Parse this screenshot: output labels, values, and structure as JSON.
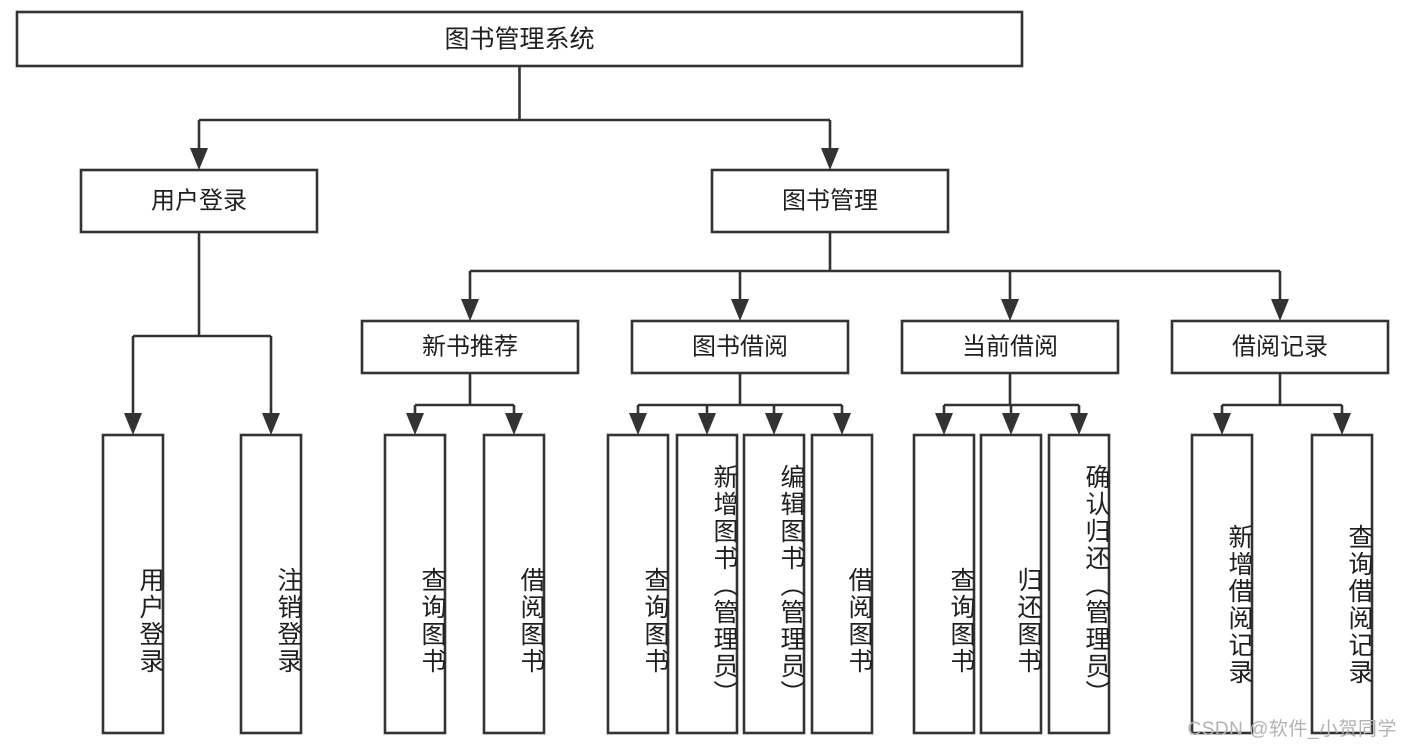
{
  "diagram": {
    "kind": "tree-hierarchy-chart",
    "title": "图书管理系统",
    "orientation": "top-down",
    "colors": {
      "box_stroke": "#333333",
      "box_fill": "#ffffff",
      "text": "#1f1f1f",
      "background": "#ffffff",
      "watermark": "#b3b3b3"
    }
  },
  "root": {
    "label": "图书管理系统"
  },
  "level2": [
    {
      "label": "用户登录"
    },
    {
      "label": "图书管理"
    }
  ],
  "level3": [
    {
      "label": "新书推荐"
    },
    {
      "label": "图书借阅"
    },
    {
      "label": "当前借阅"
    },
    {
      "label": "借阅记录"
    }
  ],
  "leaves": {
    "user_login": [
      {
        "label": "用户登录"
      },
      {
        "label": "注销登录"
      }
    ],
    "new_book_recommend": [
      {
        "label": "查询图书"
      },
      {
        "label": "借阅图书"
      }
    ],
    "book_borrow": [
      {
        "label": "查询图书"
      },
      {
        "label": "新增图书（管理员）"
      },
      {
        "label": "编辑图书（管理员）"
      },
      {
        "label": "借阅图书"
      }
    ],
    "current_borrow": [
      {
        "label": "查询图书"
      },
      {
        "label": "归还图书"
      },
      {
        "label": "确认归还（管理员）"
      }
    ],
    "borrow_record": [
      {
        "label": "新增借阅记录"
      },
      {
        "label": "查询借阅记录"
      }
    ]
  },
  "watermark": {
    "text": "CSDN @软件_小贺同学"
  }
}
